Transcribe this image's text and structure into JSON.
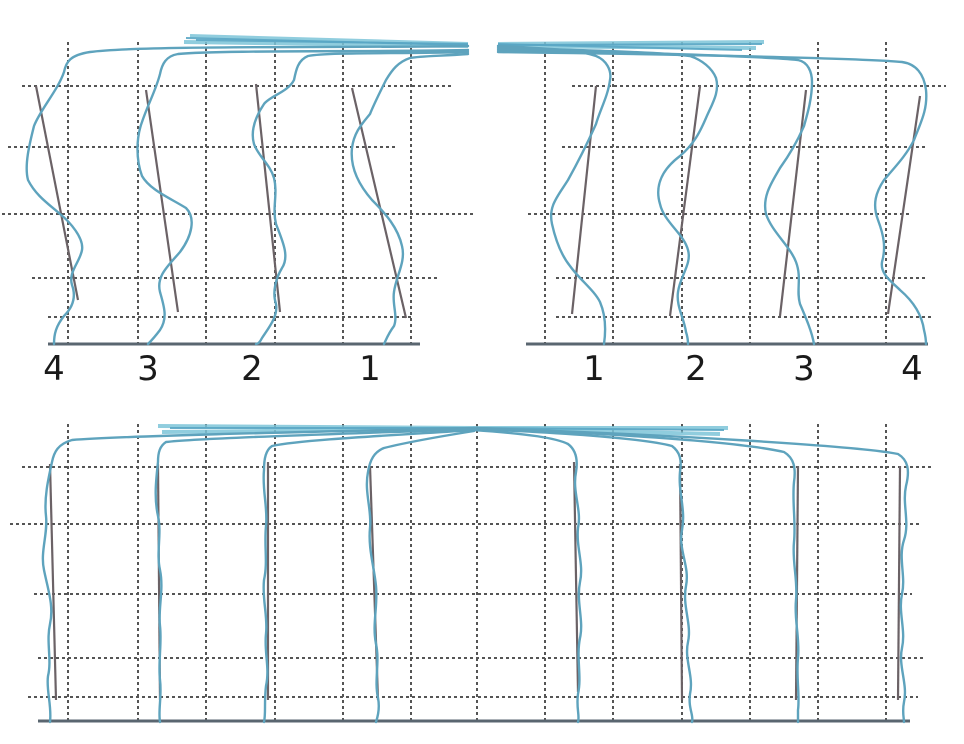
{
  "panels": {
    "top_left": {
      "labels": [
        "4",
        "3",
        "2",
        "1"
      ]
    },
    "top_right": {
      "labels": [
        "1",
        "2",
        "3",
        "4"
      ]
    },
    "bottom": {
      "labels": []
    }
  },
  "colors": {
    "trace": "#5ea3bd",
    "trend": "#6b6266",
    "grid": "#555555",
    "baseline": "#5a6670"
  }
}
